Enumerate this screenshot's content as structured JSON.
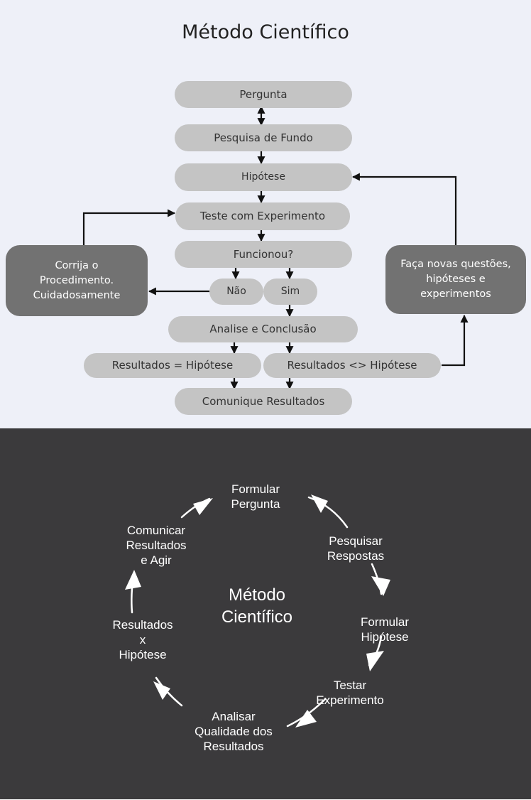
{
  "flowchart": {
    "title": "Método Científico",
    "nodes": {
      "pergunta": "Pergunta",
      "pesquisa": "Pesquisa de Fundo",
      "hipotese": "Hipótese",
      "teste": "Teste com Experimento",
      "funcionou": "Funcionou?",
      "nao": "Não",
      "sim": "Sim",
      "analise": "Analise e Conclusão",
      "res_igual": "Resultados = Hipótese",
      "res_dif": "Resultados <> Hipótese",
      "comunique": "Comunique Resultados",
      "corrija": "Corrija o\nProcedimento.\nCuidadosamente",
      "faca": "Faça novas questões,\nhipóteses e\nexperimentos"
    },
    "colors": {
      "background": "#eef0f8",
      "node": "#c4c4c4",
      "dark_node": "#727272",
      "arrow": "#111111"
    }
  },
  "cycle": {
    "center_title": "Método\nCientífico",
    "steps": [
      "Formular\nPergunta",
      "Pesquisar\nRespostas",
      "Formular\nHipótese",
      "Testar\nExperimento",
      "Analisar\nQualidade dos\nResultados",
      "Resultados\nx\nHipótese",
      "Comunicar\nResultados\ne Agir"
    ],
    "colors": {
      "background": "#3b3a3c",
      "text": "#ffffff",
      "arrow": "#ffffff"
    }
  }
}
